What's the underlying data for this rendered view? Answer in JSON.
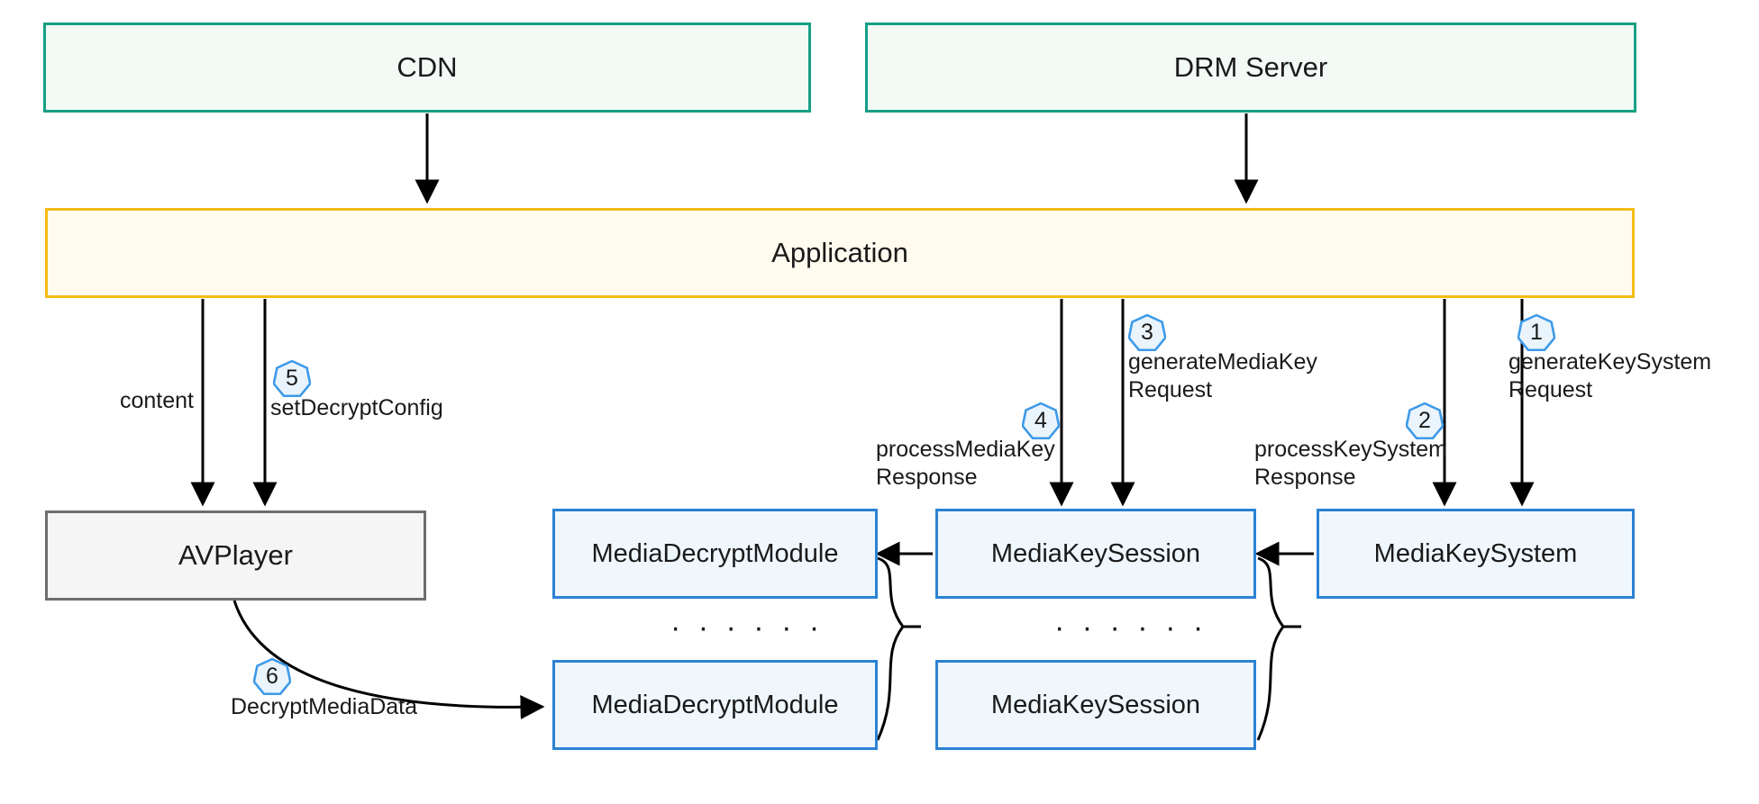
{
  "diagram": {
    "title": "DRM media pipeline architecture",
    "colors": {
      "external_border": "#16a085",
      "external_fill": "#f3faf6",
      "app_border": "#f5bb14",
      "app_fill": "#fffbef",
      "player_border": "#6e6e6e",
      "player_fill": "#f5f5f5",
      "module_border": "#2b82d4",
      "module_fill": "#eff7fd",
      "badge_border": "#3d9ae8",
      "badge_fill": "#eaf4fc",
      "edge": "#000000"
    },
    "nodes": {
      "cdn": "CDN",
      "drm_server": "DRM Server",
      "application": "Application",
      "avplayer": "AVPlayer",
      "media_decrypt_module_1": "MediaDecryptModule",
      "media_decrypt_module_2": "MediaDecryptModule",
      "media_key_session_1": "MediaKeySession",
      "media_key_session_2": "MediaKeySession",
      "media_key_system": "MediaKeySystem"
    },
    "ellipsis": {
      "decrypt_modules": "· · · · · ·",
      "key_sessions": "· · · · · ·"
    },
    "edge_labels": {
      "content": "content",
      "set_decrypt_config": "setDecryptConfig",
      "process_media_key_response": "processMediaKey\nResponse",
      "generate_media_key_request": "generateMediaKey\nRequest",
      "process_key_system_response": "processKeySystem\nResponse",
      "generate_key_system_request": "generateKeySystem\nRequest",
      "decrypt_media_data": "DecryptMediaData"
    },
    "step_badges": {
      "one": "1",
      "two": "2",
      "three": "3",
      "four": "4",
      "five": "5",
      "six": "6"
    }
  }
}
